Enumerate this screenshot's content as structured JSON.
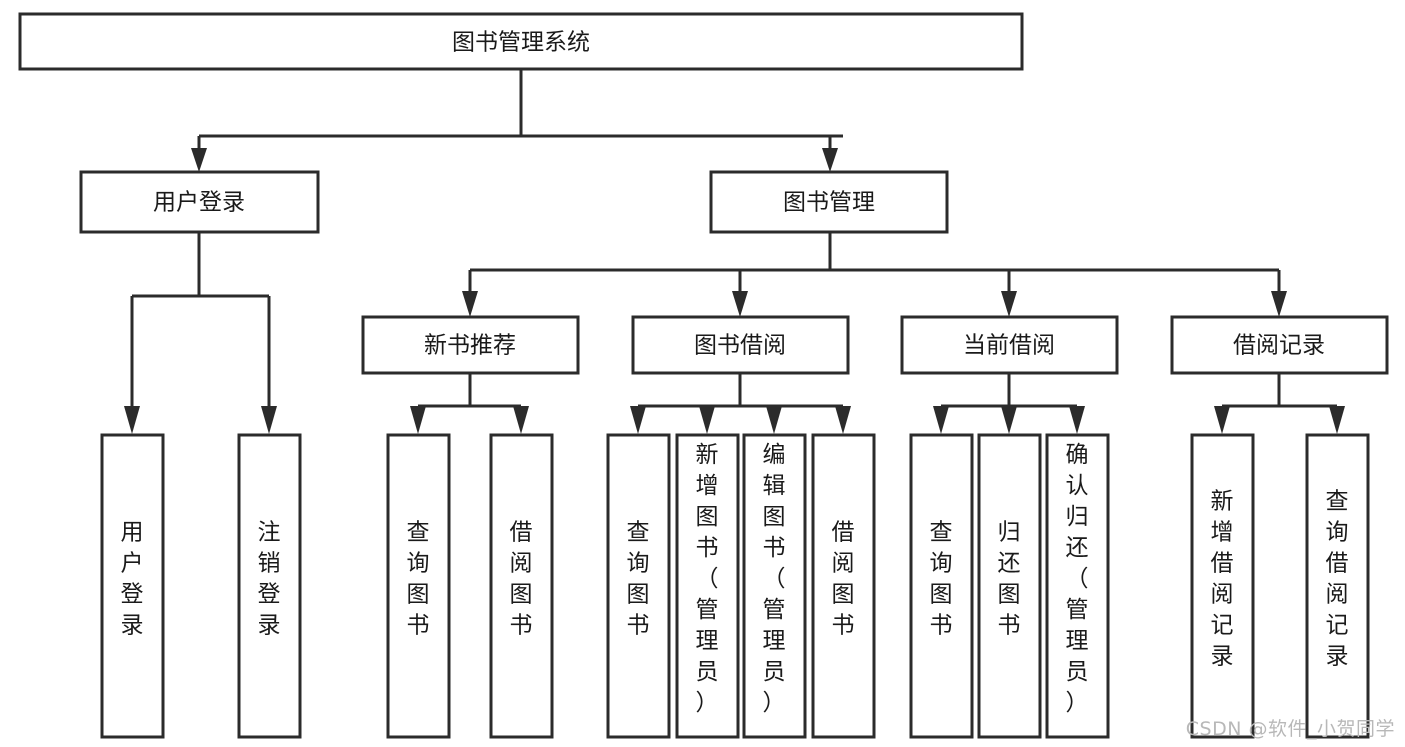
{
  "diagram": {
    "type": "tree-hierarchy",
    "title": "图书管理系统",
    "watermark": "CSDN @软件_小贺同学",
    "colors": {
      "background": "#ffffff",
      "stroke": "#2b2b2b",
      "box_fill": "#ffffff",
      "text": "#1a1a1a",
      "watermark": "#b8b8b8"
    },
    "levels": {
      "root": "图书管理系统",
      "level2": [
        "用户登录",
        "图书管理"
      ],
      "level3": [
        "新书推荐",
        "图书借阅",
        "当前借阅",
        "借阅记录"
      ]
    },
    "nodes": {
      "root": {
        "label": "图书管理系统"
      },
      "user_login": {
        "label": "用户登录"
      },
      "book_manage": {
        "label": "图书管理"
      },
      "new_book_rec": {
        "label": "新书推荐"
      },
      "book_borrow": {
        "label": "图书借阅"
      },
      "current_borrow": {
        "label": "当前借阅"
      },
      "borrow_record": {
        "label": "借阅记录"
      }
    },
    "leaves": {
      "user_login_children": [
        {
          "label": "用户登录"
        },
        {
          "label": "注销登录"
        }
      ],
      "new_book_rec_children": [
        {
          "label": "查询图书"
        },
        {
          "label": "借阅图书"
        }
      ],
      "book_borrow_children": [
        {
          "label": "查询图书"
        },
        {
          "label": "新增图书（管理员）"
        },
        {
          "label": "编辑图书（管理员）"
        },
        {
          "label": "借阅图书"
        }
      ],
      "current_borrow_children": [
        {
          "label": "查询图书"
        },
        {
          "label": "归还图书"
        },
        {
          "label": "确认归还（管理员）"
        }
      ],
      "borrow_record_children": [
        {
          "label": "新增借阅记录"
        },
        {
          "label": "查询借阅记录"
        }
      ]
    }
  }
}
